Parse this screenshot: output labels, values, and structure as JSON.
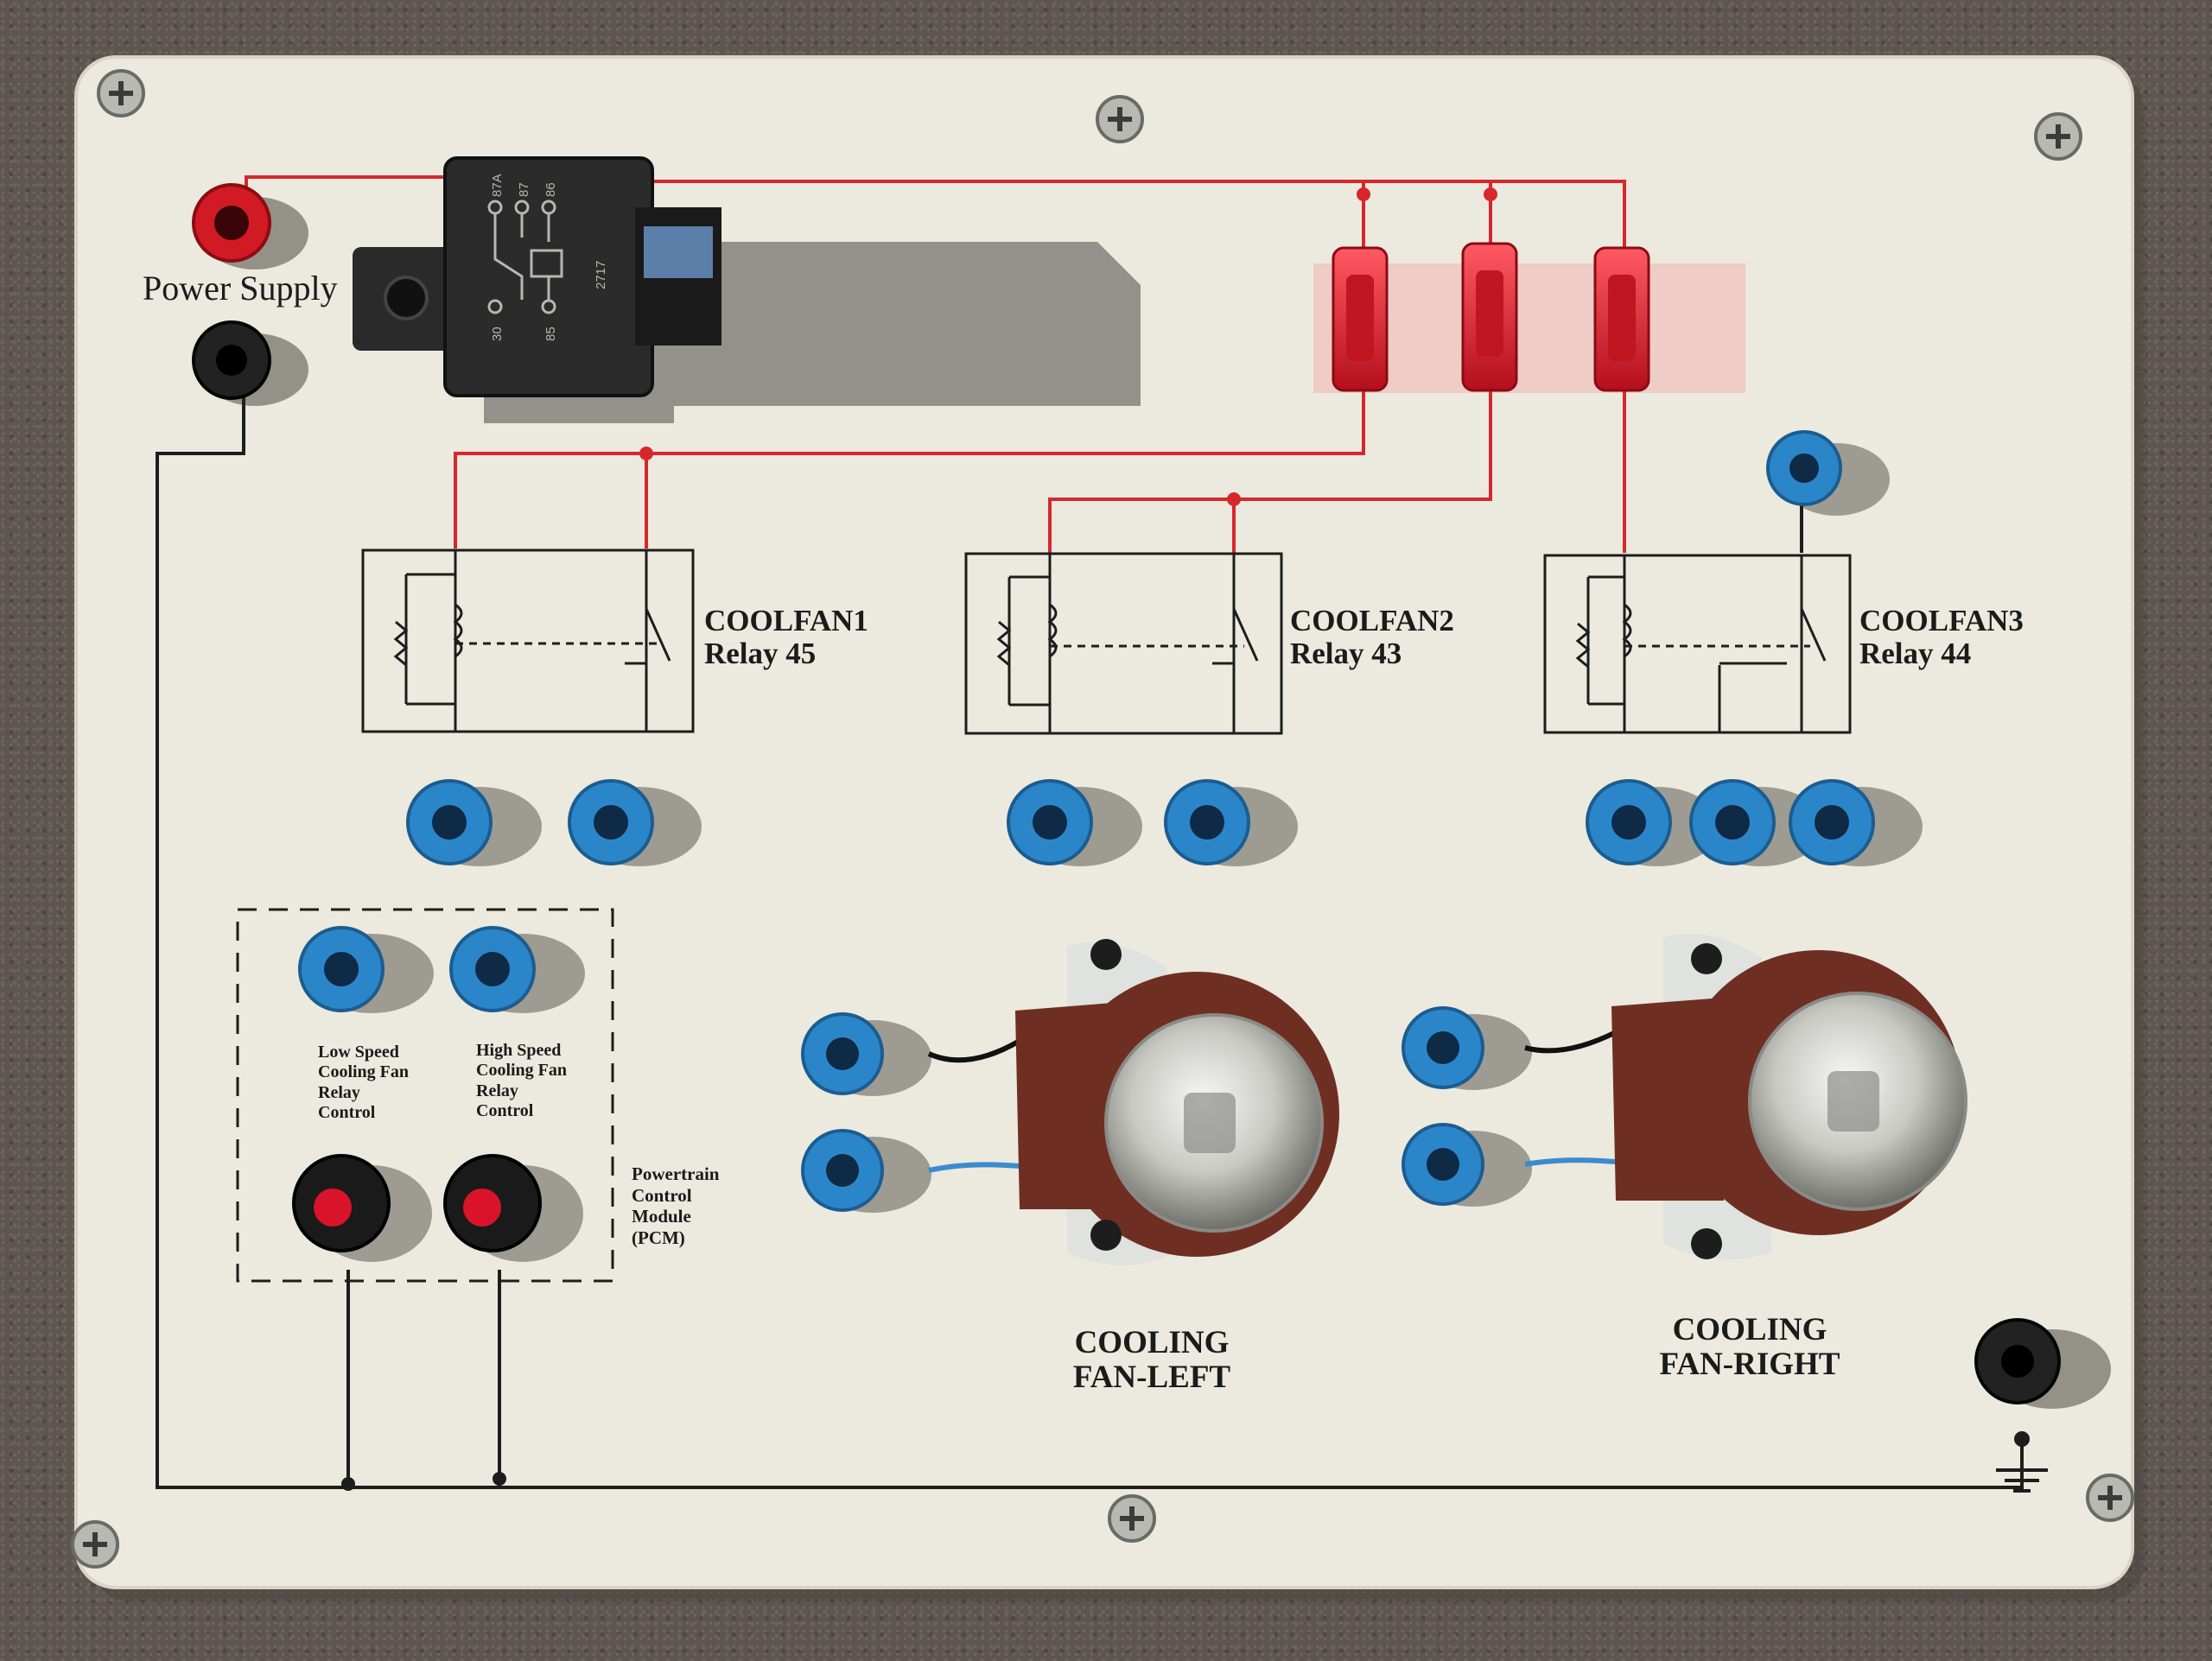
{
  "board": {
    "power_label": "Power Supply",
    "relay_body_marks": [
      "87A",
      "87",
      "86",
      "30",
      "85",
      "2717"
    ],
    "relays": [
      {
        "name": "COOLFAN1",
        "relay": "Relay 45"
      },
      {
        "name": "COOLFAN2",
        "relay": "Relay 43"
      },
      {
        "name": "COOLFAN3",
        "relay": "Relay 44"
      }
    ],
    "controls": {
      "low_lines": [
        "Low Speed",
        "Cooling Fan",
        "Relay",
        "Control"
      ],
      "high_lines": [
        "High Speed",
        "Cooling Fan",
        "Relay",
        "Control"
      ],
      "pcm_lines": [
        "Powertrain",
        "Control",
        "Module",
        "(PCM)"
      ]
    },
    "fans": [
      {
        "lines": [
          "COOLING",
          "FAN-LEFT"
        ]
      },
      {
        "lines": [
          "COOLING",
          "FAN-RIGHT"
        ]
      }
    ]
  },
  "colors": {
    "board": "#ece9df",
    "wire_red": "#d6282c",
    "wire_black": "#1d1d1d",
    "jack_blue": "#2b86c9",
    "fuse_red": "#e3202e",
    "fan_housing": "#6e2f22"
  }
}
